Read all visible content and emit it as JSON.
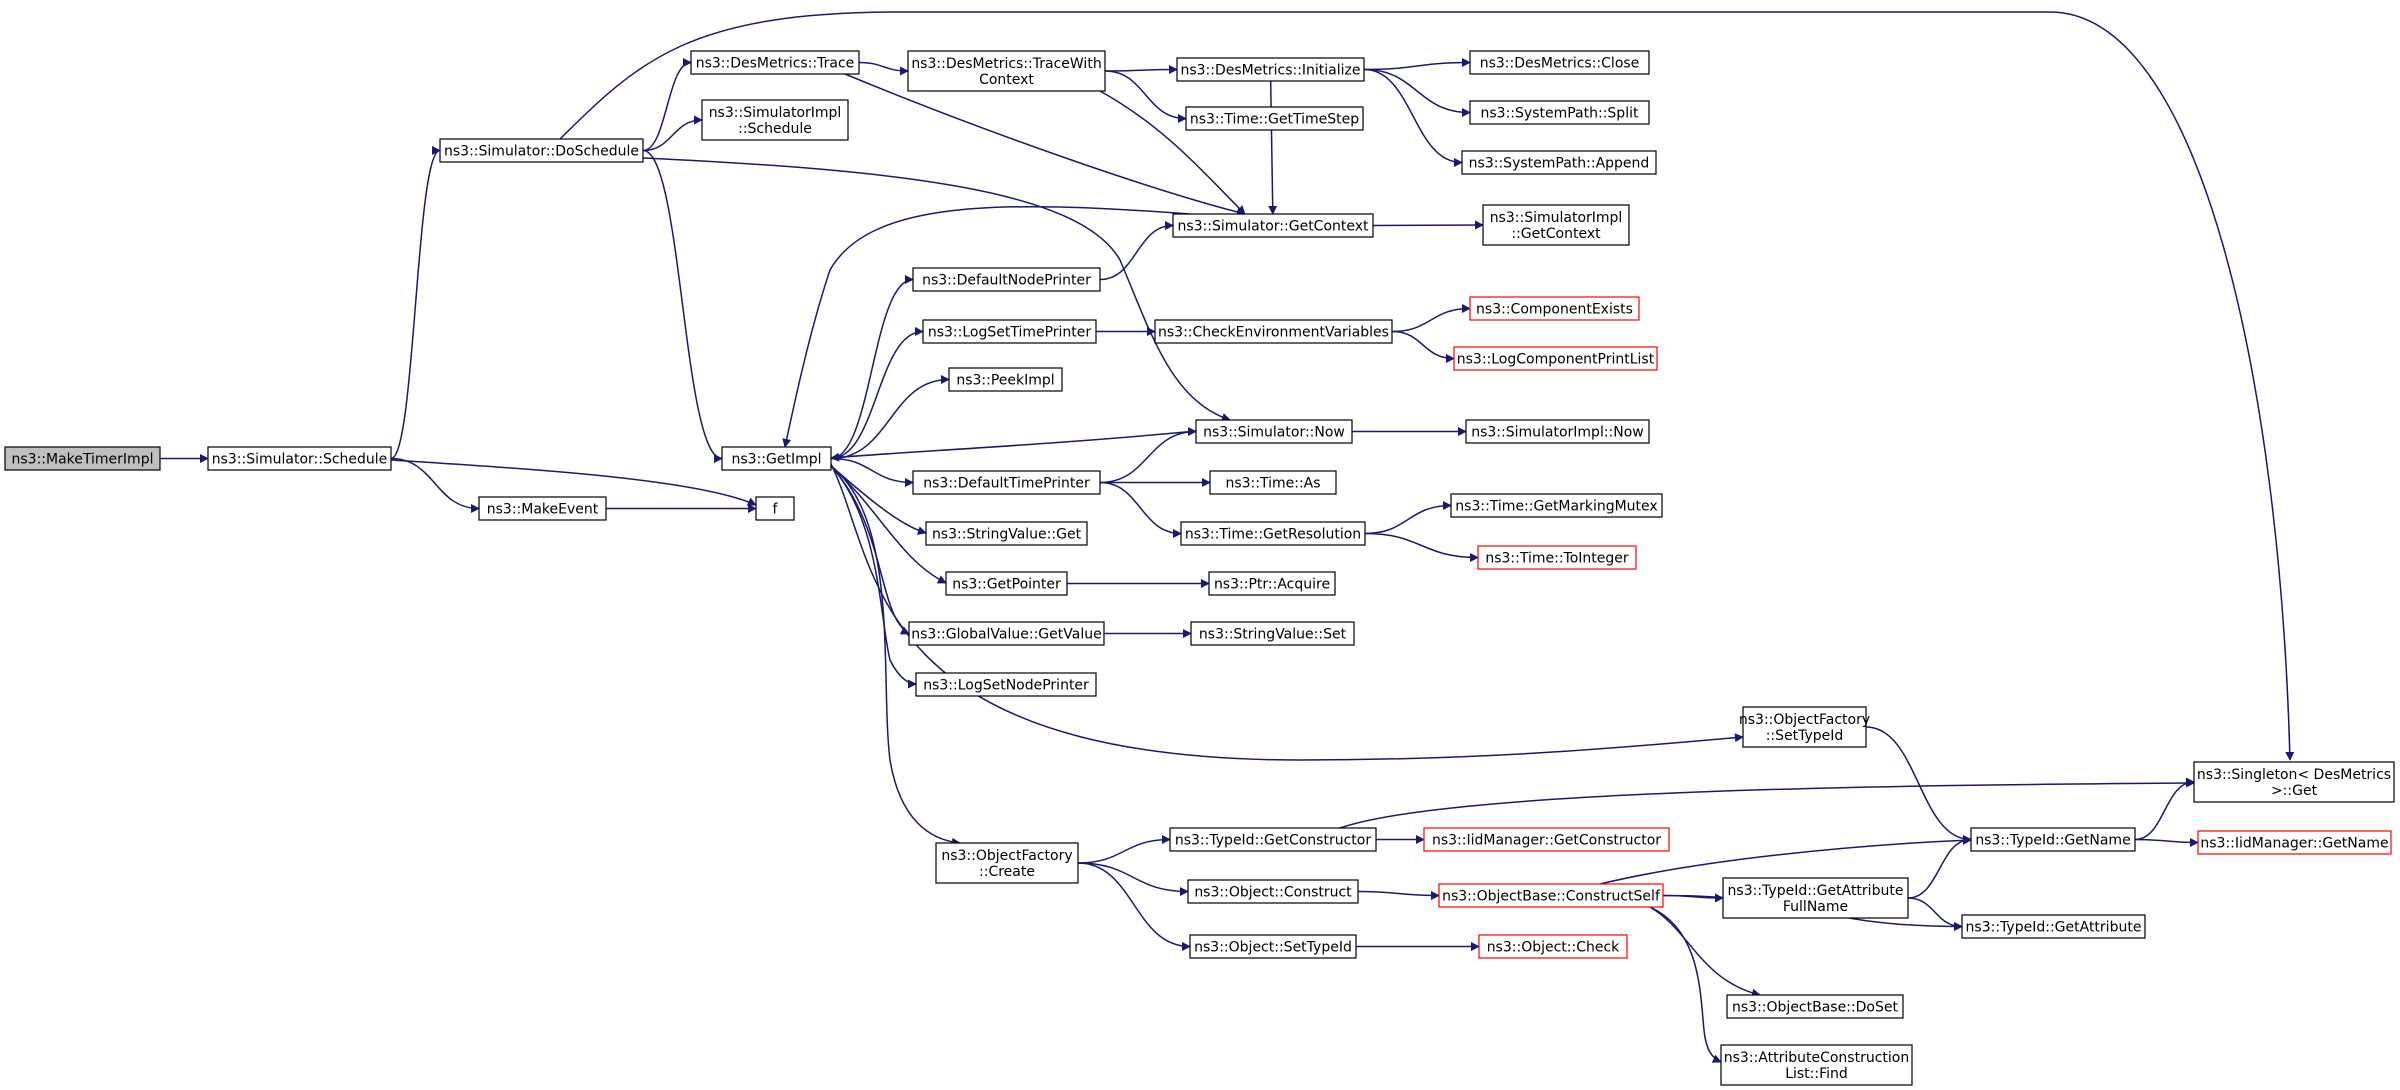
{
  "colors": {
    "edge": "#191970",
    "node_border": "#000000",
    "node_border_incomplete": "#ff0000",
    "root_fill": "#bfbfbf",
    "node_fill": "#ffffff",
    "text": "#000000"
  },
  "graph": {
    "nodes": [
      {
        "id": "make_timer_impl",
        "lines": [
          "ns3::MakeTimerImpl"
        ],
        "style": "root"
      },
      {
        "id": "simulator_schedule",
        "lines": [
          "ns3::Simulator::Schedule"
        ],
        "style": "normal"
      },
      {
        "id": "simulator_doschedule",
        "lines": [
          "ns3::Simulator::DoSchedule"
        ],
        "style": "normal"
      },
      {
        "id": "make_event",
        "lines": [
          "ns3::MakeEvent"
        ],
        "style": "normal"
      },
      {
        "id": "f",
        "lines": [
          "f"
        ],
        "style": "normal"
      },
      {
        "id": "desmetrics_trace",
        "lines": [
          "ns3::DesMetrics::Trace"
        ],
        "style": "normal"
      },
      {
        "id": "simulatorimpl_schedule",
        "lines": [
          "ns3::SimulatorImpl",
          "::Schedule"
        ],
        "style": "normal"
      },
      {
        "id": "getimpl",
        "lines": [
          "ns3::GetImpl"
        ],
        "style": "normal"
      },
      {
        "id": "desmetrics_tracewithcontext",
        "lines": [
          "ns3::DesMetrics::TraceWith",
          "Context"
        ],
        "style": "normal"
      },
      {
        "id": "desmetrics_initialize",
        "lines": [
          "ns3::DesMetrics::Initialize"
        ],
        "style": "normal"
      },
      {
        "id": "time_gettimestep",
        "lines": [
          "ns3::Time::GetTimeStep"
        ],
        "style": "normal"
      },
      {
        "id": "desmetrics_close",
        "lines": [
          "ns3::DesMetrics::Close"
        ],
        "style": "normal"
      },
      {
        "id": "systempath_split",
        "lines": [
          "ns3::SystemPath::Split"
        ],
        "style": "normal"
      },
      {
        "id": "systempath_append",
        "lines": [
          "ns3::SystemPath::Append"
        ],
        "style": "normal"
      },
      {
        "id": "simulator_getcontext",
        "lines": [
          "ns3::Simulator::GetContext"
        ],
        "style": "normal"
      },
      {
        "id": "simulatorimpl_getcontext",
        "lines": [
          "ns3::SimulatorImpl",
          "::GetContext"
        ],
        "style": "normal"
      },
      {
        "id": "defaultnodeprinter",
        "lines": [
          "ns3::DefaultNodePrinter"
        ],
        "style": "normal"
      },
      {
        "id": "logsettimeprinter",
        "lines": [
          "ns3::LogSetTimePrinter"
        ],
        "style": "normal"
      },
      {
        "id": "checkenvironmentvariables",
        "lines": [
          "ns3::CheckEnvironmentVariables"
        ],
        "style": "normal"
      },
      {
        "id": "componentexists",
        "lines": [
          "ns3::ComponentExists"
        ],
        "style": "incomplete"
      },
      {
        "id": "logcomponentprintlist",
        "lines": [
          "ns3::LogComponentPrintList"
        ],
        "style": "incomplete"
      },
      {
        "id": "peekimpl",
        "lines": [
          "ns3::PeekImpl"
        ],
        "style": "normal"
      },
      {
        "id": "simulator_now",
        "lines": [
          "ns3::Simulator::Now"
        ],
        "style": "normal"
      },
      {
        "id": "simulatorimpl_now",
        "lines": [
          "ns3::SimulatorImpl::Now"
        ],
        "style": "normal"
      },
      {
        "id": "defaulttimeprinter",
        "lines": [
          "ns3::DefaultTimePrinter"
        ],
        "style": "normal"
      },
      {
        "id": "time_as",
        "lines": [
          "ns3::Time::As"
        ],
        "style": "normal"
      },
      {
        "id": "time_getresolution",
        "lines": [
          "ns3::Time::GetResolution"
        ],
        "style": "normal"
      },
      {
        "id": "time_getmarkingmutex",
        "lines": [
          "ns3::Time::GetMarkingMutex"
        ],
        "style": "normal"
      },
      {
        "id": "time_tointeger",
        "lines": [
          "ns3::Time::ToInteger"
        ],
        "style": "incomplete"
      },
      {
        "id": "stringvalue_get",
        "lines": [
          "ns3::StringValue::Get"
        ],
        "style": "normal"
      },
      {
        "id": "getpointer",
        "lines": [
          "ns3::GetPointer"
        ],
        "style": "normal"
      },
      {
        "id": "ptr_acquire",
        "lines": [
          "ns3::Ptr::Acquire"
        ],
        "style": "normal"
      },
      {
        "id": "globalvalue_getvalue",
        "lines": [
          "ns3::GlobalValue::GetValue"
        ],
        "style": "normal"
      },
      {
        "id": "stringvalue_set",
        "lines": [
          "ns3::StringValue::Set"
        ],
        "style": "normal"
      },
      {
        "id": "logsetnodeprinter",
        "lines": [
          "ns3::LogSetNodePrinter"
        ],
        "style": "normal"
      },
      {
        "id": "objectfactory_settypeid",
        "lines": [
          "ns3::ObjectFactory",
          "::SetTypeId"
        ],
        "style": "normal"
      },
      {
        "id": "singleton_desmetrics_get",
        "lines": [
          "ns3::Singleton< DesMetrics",
          ">::Get"
        ],
        "style": "normal"
      },
      {
        "id": "objectfactory_create",
        "lines": [
          "ns3::ObjectFactory",
          "::Create"
        ],
        "style": "normal"
      },
      {
        "id": "typeid_getconstructor",
        "lines": [
          "ns3::TypeId::GetConstructor"
        ],
        "style": "normal"
      },
      {
        "id": "iidmanager_getconstructor",
        "lines": [
          "ns3::IidManager::GetConstructor"
        ],
        "style": "incomplete"
      },
      {
        "id": "typeid_getname",
        "lines": [
          "ns3::TypeId::GetName"
        ],
        "style": "normal"
      },
      {
        "id": "iidmanager_getname",
        "lines": [
          "ns3::IidManager::GetName"
        ],
        "style": "incomplete"
      },
      {
        "id": "object_construct",
        "lines": [
          "ns3::Object::Construct"
        ],
        "style": "normal"
      },
      {
        "id": "objectbase_constructself",
        "lines": [
          "ns3::ObjectBase::ConstructSelf"
        ],
        "style": "incomplete"
      },
      {
        "id": "typeid_getattributefullname",
        "lines": [
          "ns3::TypeId::GetAttribute",
          "FullName"
        ],
        "style": "normal"
      },
      {
        "id": "typeid_getattribute",
        "lines": [
          "ns3::TypeId::GetAttribute"
        ],
        "style": "normal"
      },
      {
        "id": "object_settypeid",
        "lines": [
          "ns3::Object::SetTypeId"
        ],
        "style": "normal"
      },
      {
        "id": "object_check",
        "lines": [
          "ns3::Object::Check"
        ],
        "style": "incomplete"
      },
      {
        "id": "objectbase_doset",
        "lines": [
          "ns3::ObjectBase::DoSet"
        ],
        "style": "normal"
      },
      {
        "id": "attributeconstructionlist_find",
        "lines": [
          "ns3::AttributeConstruction",
          "List::Find"
        ],
        "style": "normal"
      }
    ],
    "edges": [
      [
        "make_timer_impl",
        "simulator_schedule"
      ],
      [
        "simulator_schedule",
        "simulator_doschedule"
      ],
      [
        "simulator_schedule",
        "make_event"
      ],
      [
        "simulator_schedule",
        "f"
      ],
      [
        "make_event",
        "f"
      ],
      [
        "simulator_doschedule",
        "desmetrics_trace"
      ],
      [
        "simulator_doschedule",
        "simulatorimpl_schedule"
      ],
      [
        "simulator_doschedule",
        "getimpl"
      ],
      [
        "simulator_doschedule",
        "simulator_now"
      ],
      [
        "simulator_doschedule",
        "singleton_desmetrics_get"
      ],
      [
        "desmetrics_trace",
        "desmetrics_tracewithcontext"
      ],
      [
        "desmetrics_trace",
        "simulator_getcontext"
      ],
      [
        "desmetrics_tracewithcontext",
        "desmetrics_initialize"
      ],
      [
        "desmetrics_tracewithcontext",
        "time_gettimestep"
      ],
      [
        "desmetrics_tracewithcontext",
        "simulator_getcontext"
      ],
      [
        "desmetrics_initialize",
        "desmetrics_close"
      ],
      [
        "desmetrics_initialize",
        "systempath_split"
      ],
      [
        "desmetrics_initialize",
        "systempath_append"
      ],
      [
        "desmetrics_initialize",
        "simulator_getcontext"
      ],
      [
        "simulator_getcontext",
        "simulatorimpl_getcontext"
      ],
      [
        "simulator_getcontext",
        "getimpl"
      ],
      [
        "getimpl",
        "defaultnodeprinter"
      ],
      [
        "getimpl",
        "logsettimeprinter"
      ],
      [
        "getimpl",
        "peekimpl"
      ],
      [
        "getimpl",
        "defaulttimeprinter"
      ],
      [
        "getimpl",
        "stringvalue_get"
      ],
      [
        "getimpl",
        "getpointer"
      ],
      [
        "getimpl",
        "globalvalue_getvalue"
      ],
      [
        "getimpl",
        "logsetnodeprinter"
      ],
      [
        "getimpl",
        "objectfactory_settypeid"
      ],
      [
        "getimpl",
        "objectfactory_create"
      ],
      [
        "defaultnodeprinter",
        "simulator_getcontext"
      ],
      [
        "logsettimeprinter",
        "checkenvironmentvariables"
      ],
      [
        "checkenvironmentvariables",
        "componentexists"
      ],
      [
        "checkenvironmentvariables",
        "logcomponentprintlist"
      ],
      [
        "simulator_now",
        "simulatorimpl_now"
      ],
      [
        "simulator_now",
        "getimpl"
      ],
      [
        "defaulttimeprinter",
        "simulator_now"
      ],
      [
        "defaulttimeprinter",
        "time_as"
      ],
      [
        "defaulttimeprinter",
        "time_getresolution"
      ],
      [
        "time_getresolution",
        "time_getmarkingmutex"
      ],
      [
        "time_getresolution",
        "time_tointeger"
      ],
      [
        "getpointer",
        "ptr_acquire"
      ],
      [
        "globalvalue_getvalue",
        "stringvalue_set"
      ],
      [
        "objectfactory_settypeid",
        "typeid_getname"
      ],
      [
        "objectfactory_create",
        "typeid_getconstructor"
      ],
      [
        "objectfactory_create",
        "object_construct"
      ],
      [
        "objectfactory_create",
        "object_settypeid"
      ],
      [
        "typeid_getconstructor",
        "iidmanager_getconstructor"
      ],
      [
        "typeid_getconstructor",
        "singleton_desmetrics_get"
      ],
      [
        "typeid_getname",
        "singleton_desmetrics_get"
      ],
      [
        "typeid_getname",
        "iidmanager_getname"
      ],
      [
        "object_construct",
        "objectbase_constructself"
      ],
      [
        "objectbase_constructself",
        "typeid_getname"
      ],
      [
        "objectbase_constructself",
        "typeid_getattributefullname"
      ],
      [
        "objectbase_constructself",
        "typeid_getattribute"
      ],
      [
        "objectbase_constructself",
        "objectbase_doset"
      ],
      [
        "objectbase_constructself",
        "attributeconstructionlist_find"
      ],
      [
        "typeid_getattributefullname",
        "typeid_getname"
      ],
      [
        "typeid_getattributefullname",
        "typeid_getattribute"
      ],
      [
        "object_settypeid",
        "object_check"
      ]
    ]
  }
}
